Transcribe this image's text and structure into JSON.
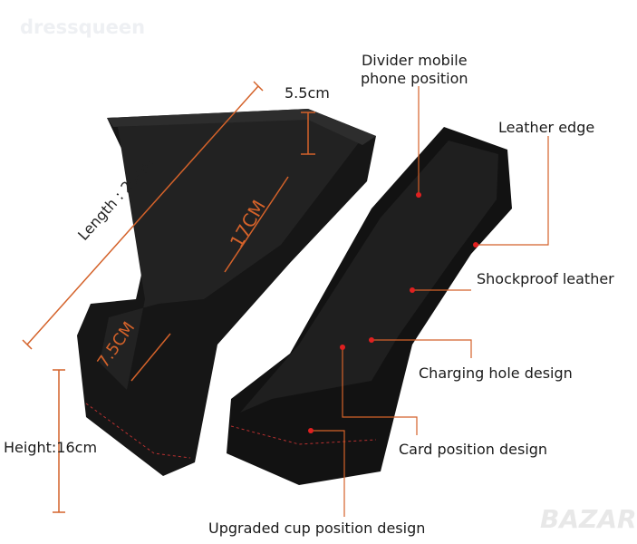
{
  "watermarks": {
    "top_left": "dressqueen",
    "bottom_right": "BAZAR"
  },
  "dimensions": {
    "length": "Length : 26cm",
    "width": "5.5cm",
    "height": "Height:16cm",
    "inner_long": "17CM",
    "inner_short": "7.5CM"
  },
  "callouts": [
    "Divider mobile\nphone position",
    "Leather edge",
    "Shockproof leather",
    "Charging hole design",
    "Card position design",
    "Upgraded cup position design"
  ],
  "colors": {
    "accent": "#d4622a",
    "product": "#151515",
    "stitch": "#b83030"
  }
}
